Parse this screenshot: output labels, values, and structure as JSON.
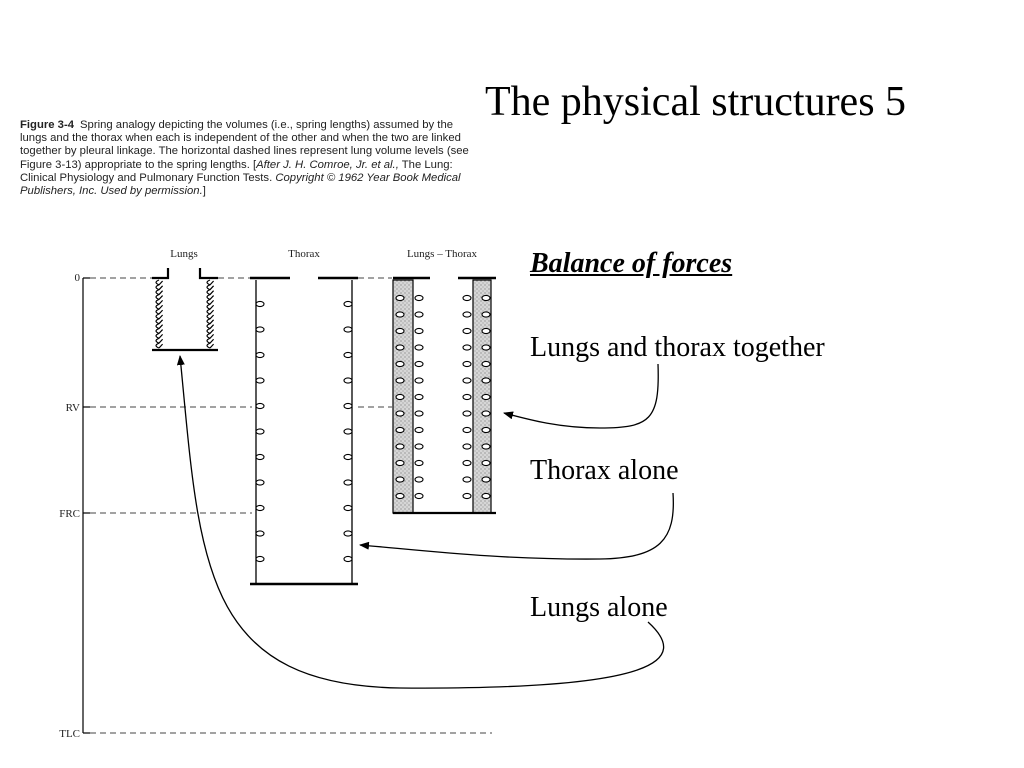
{
  "slide": {
    "title": "The physical structures 5"
  },
  "caption": {
    "figure_label": "Figure 3-4",
    "text_part1": "Spring analogy depicting the volumes (i.e., spring lengths) assumed by the lungs and the thorax when each is independent of the other and when the two are linked together by pleural linkage. The horizontal dashed lines represent lung volume levels (see Figure 3-13) appropriate to the spring lengths. [",
    "text_italic1": "After J. H. Comroe, Jr. et al.,",
    "text_part2": " The Lung: Clinical Physiology and Pulmonary Function Tests. ",
    "text_italic2": "Copyright © 1962 Year Book Medical Publishers, Inc. Used by permission.",
    "text_part3": "]"
  },
  "diagram": {
    "column_labels": {
      "lungs": "Lungs",
      "thorax": "Thorax",
      "lungs_thorax": "Lungs – Thorax"
    },
    "level_labels": {
      "zero": "0",
      "rv": "RV",
      "frc": "FRC",
      "tlc": "TLC"
    }
  },
  "balance": {
    "heading": "Balance of forces",
    "items": [
      "Lungs and thorax together",
      "Thorax alone",
      "Lungs alone"
    ]
  }
}
